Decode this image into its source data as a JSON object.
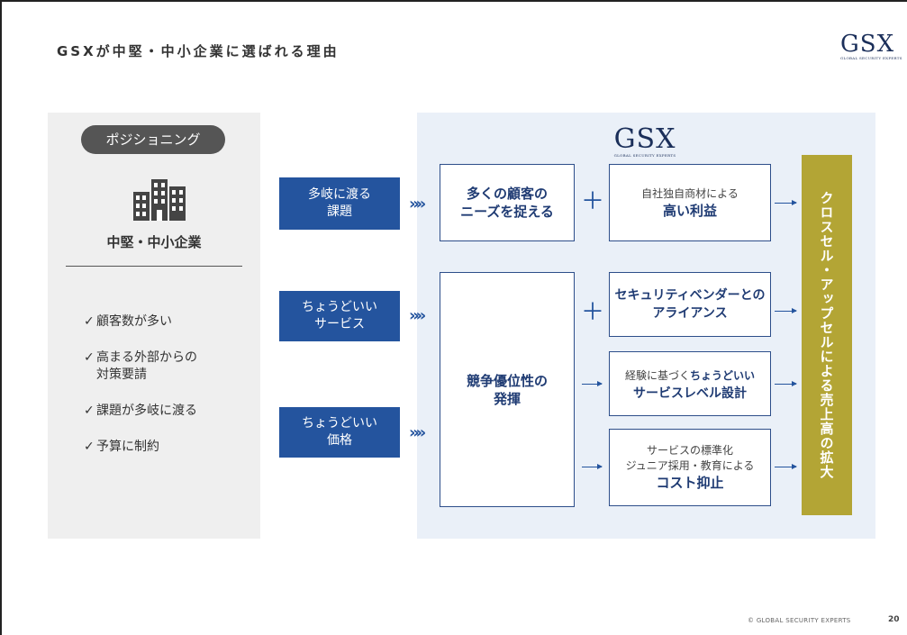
{
  "header": {
    "title": "GSXが中堅・中小企業に選ばれる理由",
    "logo_mark": "GSX",
    "logo_sub": "GLOBAL SECURITY EXPERTS"
  },
  "left": {
    "pill": "ポジショニング",
    "building_label": "中堅・中小企業",
    "checks": [
      {
        "mark": "✓",
        "text": "顧客数が多い",
        "cont": ""
      },
      {
        "mark": "✓",
        "text": "高まる外部からの",
        "cont": "対策要請"
      },
      {
        "mark": "✓",
        "text": "課題が多岐に渡る",
        "cont": ""
      },
      {
        "mark": "✓",
        "text": "予算に制約",
        "cont": ""
      }
    ]
  },
  "right": {
    "logo_mark": "GSX",
    "logo_sub": "GLOBAL SECURITY EXPERTS",
    "tags": [
      {
        "line1": "多岐に渡る",
        "line2": "課題"
      },
      {
        "line1": "ちょうどいい",
        "line2": "サービス"
      },
      {
        "line1": "ちょうどいい",
        "line2": "価格"
      }
    ],
    "chevron": "»»",
    "plus": "＋",
    "box_a": {
      "line1": "多くの顧客の",
      "line2": "ニーズを捉える"
    },
    "box_b": {
      "line1": "競争優位性の",
      "line2": "発揮"
    },
    "box_c": {
      "light": "自社独自商材による",
      "bold": "高い利益"
    },
    "box_d": {
      "line1": "セキュリティベンダーとの",
      "line2": "アライアンス"
    },
    "box_e": {
      "light_pre": "経験に基づく",
      "bold_inline": "ちょうどいい",
      "bold": "サービスレベル設計"
    },
    "box_f": {
      "light1": "サービスの標準化",
      "light2": "ジュニア採用・教育による",
      "bold": "コスト抑止"
    },
    "result": "クロスセル・アップセルによる売上高の拡大"
  },
  "footer": {
    "copyright": "© GLOBAL SECURITY EXPERTS",
    "page": "20"
  },
  "colors": {
    "accent_blue": "#24549e",
    "result_olive": "#b3a535",
    "panel_blue": "#eaf0f8",
    "panel_gray": "#efefef"
  }
}
